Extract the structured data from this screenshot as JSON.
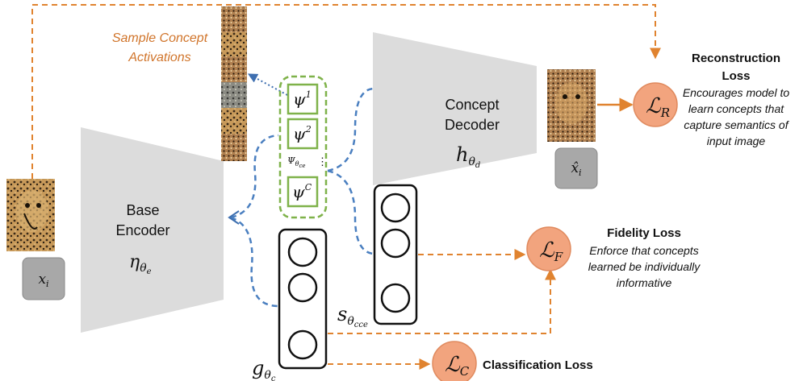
{
  "inputs": {
    "input_image_label": "x_i",
    "reconstructed_image_label": "x̂_i"
  },
  "encoder": {
    "name_line1": "Base",
    "name_line2": "Encoder",
    "symbol_main": "η",
    "symbol_sub": "θ",
    "symbol_subsub": "e"
  },
  "decoder": {
    "name_line1": "Concept",
    "name_line2": "Decoder",
    "symbol_main": "h",
    "symbol_sub": "θ",
    "symbol_subsub": "d"
  },
  "concept_set": {
    "items": [
      {
        "main": "ψ",
        "sup": "1"
      },
      {
        "main": "ψ",
        "sup": "2"
      },
      {
        "main": "ψ",
        "sup": "C"
      }
    ],
    "set_main": "Ψ",
    "set_sub": "θ",
    "set_subsub": "ce",
    "ellipsis": "⋮"
  },
  "samples": {
    "label_line1": "Sample Concept",
    "label_line2": "Activations"
  },
  "score_nodes": {
    "s_main": "s",
    "s_sub": "θ",
    "s_subsub": "cce",
    "g_main": "g",
    "g_sub": "θ",
    "g_subsub": "c"
  },
  "losses": {
    "reconstruction": {
      "symbol": "ℒ",
      "sub": "R",
      "title_line1": "Reconstruction",
      "title_line2": "Loss",
      "desc_lines": [
        "Encourages model to",
        "learn concepts that",
        "capture semantics of",
        "input image"
      ]
    },
    "fidelity": {
      "symbol": "ℒ",
      "sub": "F",
      "title": "Fidelity Loss",
      "desc_lines": [
        "Enforce that concepts",
        "learned be individually",
        "informative"
      ]
    },
    "classification": {
      "symbol": "ℒ",
      "sub": "C",
      "title": "Classification Loss"
    }
  },
  "colors": {
    "orange_arrow": "#e0832f",
    "blue_dashed": "#4a7fc0",
    "green_box": "#7fb24a",
    "loss_circle": "#f2a47e",
    "trapezoid": "#dcdcdc",
    "label_box": "#a8a8a8"
  }
}
